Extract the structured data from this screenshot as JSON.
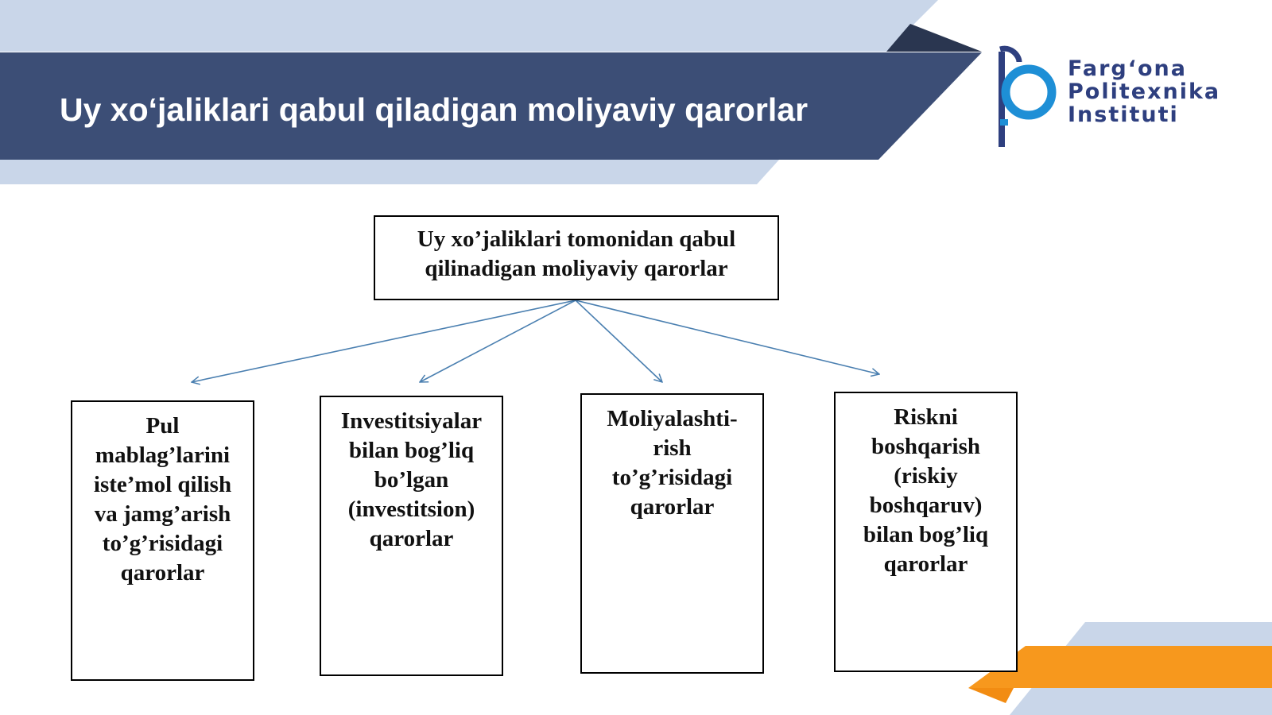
{
  "header": {
    "title": "Uy xo‘jaliklari qabul qiladigan moliyaviy qarorlar"
  },
  "logo": {
    "lines": [
      "Farg‘ona",
      "Politexnika",
      "Instituti"
    ],
    "icon": "fpi-logo-icon"
  },
  "diagram": {
    "root": {
      "lines": [
        "Uy xo’jaliklari tomonidan qabul",
        "qilinadigan moliyaviy qarorlar"
      ]
    },
    "children": [
      {
        "lines": [
          "Pul",
          "mablag’larini",
          "iste’mol qilish",
          "va jamg’arish",
          "to’g’risidagi",
          "qarorlar"
        ]
      },
      {
        "lines": [
          "Investitsiyalar",
          "bilan bog’liq",
          "bo’lgan",
          "(investitsion)",
          "qarorlar"
        ]
      },
      {
        "lines": [
          "Moliyalashti-",
          "rish",
          "to’g’risidagi",
          "qarorlar"
        ]
      },
      {
        "lines": [
          "Riskni",
          "boshqarish",
          "(riskiy",
          "boshqaruv)",
          "bilan bog’liq",
          "qarorlar"
        ]
      }
    ]
  },
  "colors": {
    "title_band": "#3c4e76",
    "light_band": "#c9d6e9",
    "dark_corner": "#2a3650",
    "orange": "#f7981d",
    "arrow": "#4a7fb0",
    "logo": "#2e3f7f"
  }
}
